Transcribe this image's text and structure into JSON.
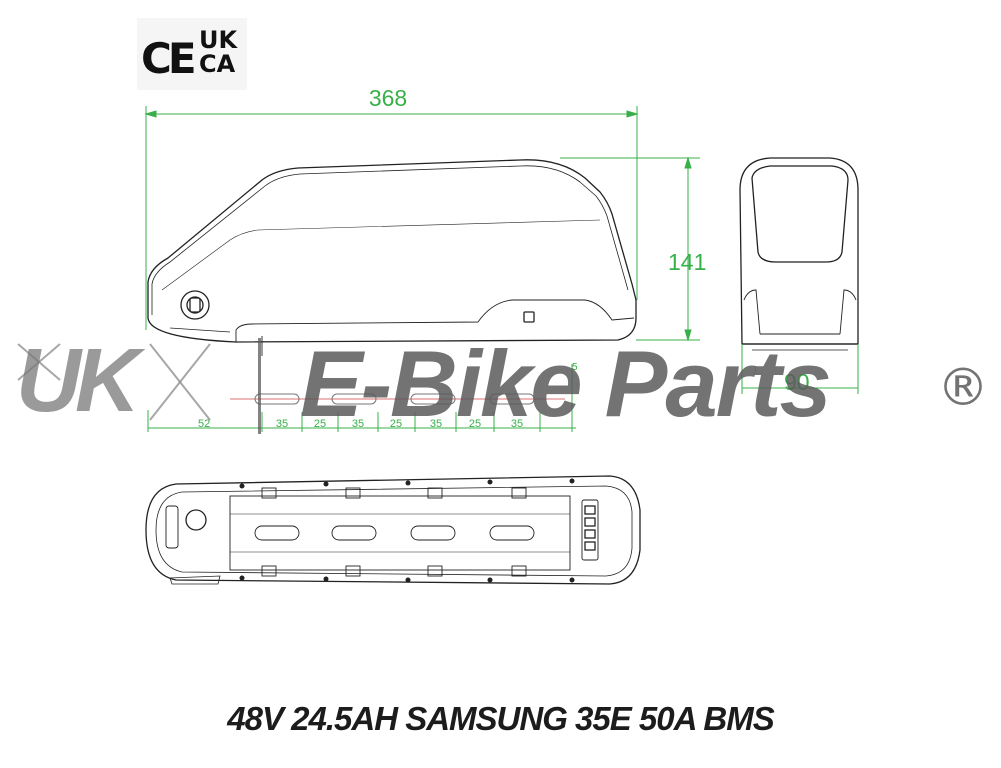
{
  "certification": {
    "ce_mark": "CE",
    "ukca_line1": "UK",
    "ukca_line2": "CA"
  },
  "dimensions": {
    "length": "368",
    "height": "141",
    "width": "90",
    "mount_offset": "5",
    "spacing_left": "52",
    "spacings": [
      "35",
      "25",
      "35",
      "25",
      "35",
      "25",
      "35"
    ]
  },
  "watermark": {
    "uk": "UK",
    "brand": "E-Bike Parts",
    "registered": "®"
  },
  "caption": "48V 24.5AH SAMSUNG 35E 50A BMS",
  "colors": {
    "dimension_line": "#38b04a",
    "outline": "#222222",
    "watermark": "#5a5a5a"
  }
}
